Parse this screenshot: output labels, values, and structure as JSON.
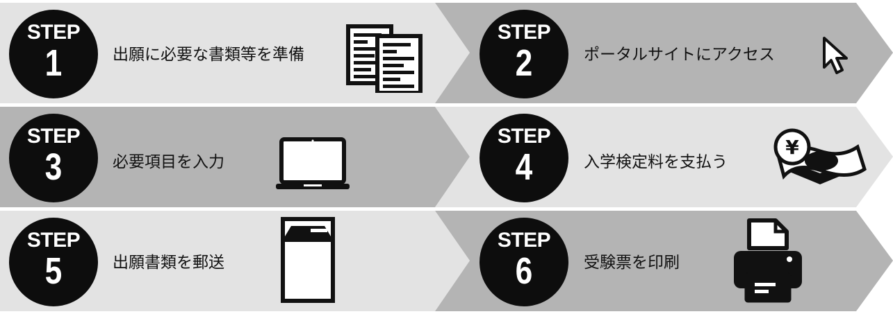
{
  "step_label": "STEP",
  "steps": [
    {
      "number": "1",
      "title": "出願に必要な書類等を準備",
      "icon": "documents-icon"
    },
    {
      "number": "2",
      "title": "ポータルサイトにアクセス",
      "icon": "cursor-icon"
    },
    {
      "number": "3",
      "title": "必要項目を入力",
      "icon": "laptop-icon"
    },
    {
      "number": "4",
      "title": "入学検定料を支払う",
      "icon": "money-icon"
    },
    {
      "number": "5",
      "title": "出願書類を郵送",
      "icon": "envelope-icon"
    },
    {
      "number": "6",
      "title": "受験票を印刷",
      "icon": "printer-icon"
    }
  ],
  "colors": {
    "light": "#e3e3e3",
    "dark": "#b4b4b4",
    "circle": "#0d0d0d"
  }
}
